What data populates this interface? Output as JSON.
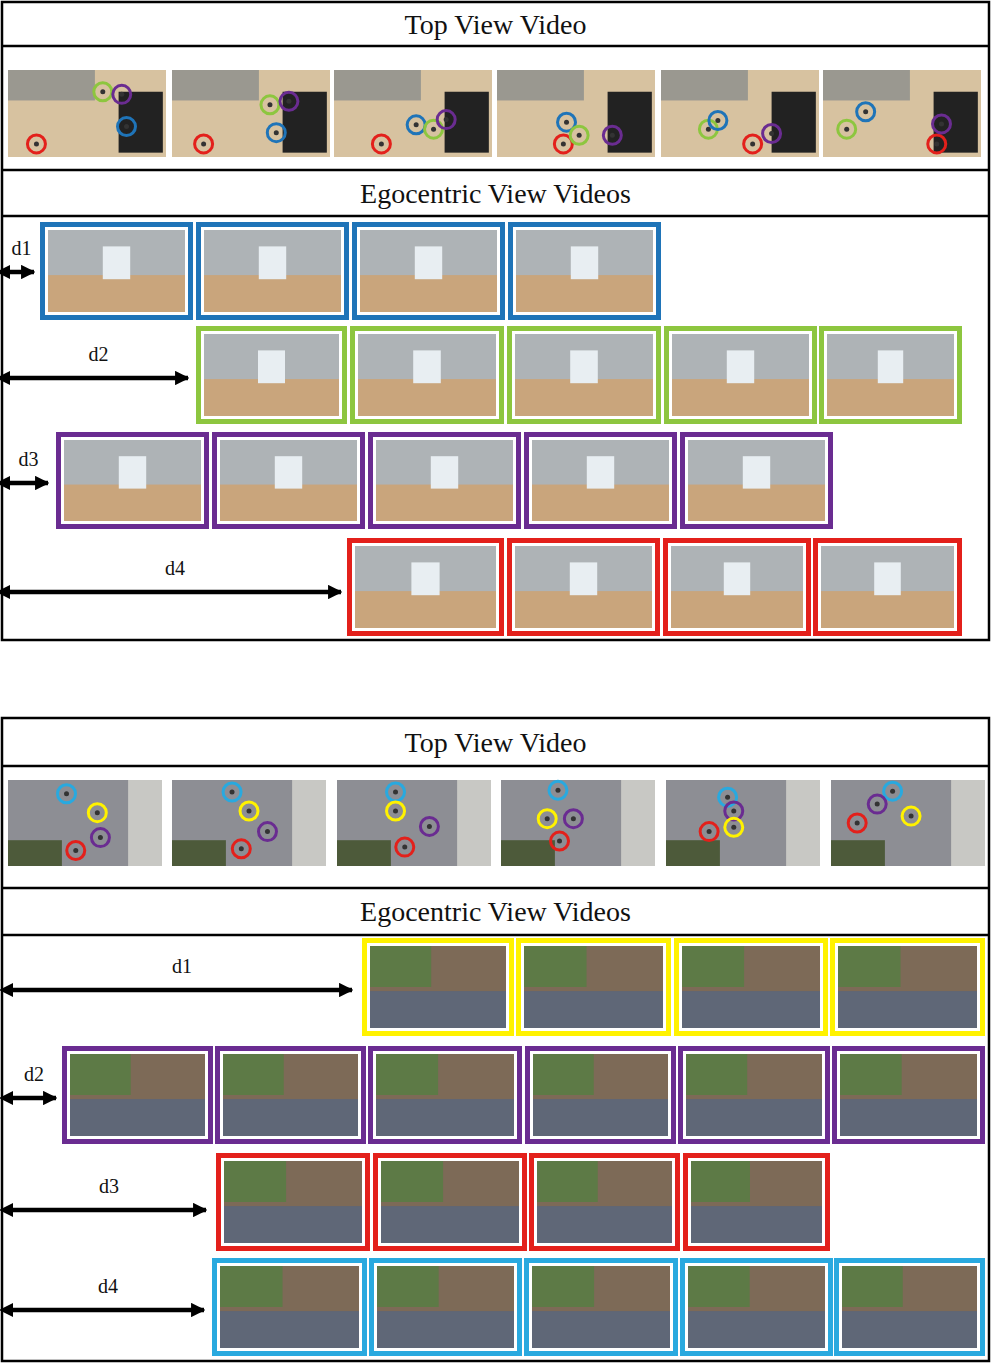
{
  "diagram": {
    "nodes": [
      {
        "text": [
          "Top View Video"
        ]
      },
      {
        "text": [
          "Egocentric View Videos"
        ]
      },
      {
        "text": [
          "Top View Video"
        ]
      },
      {
        "text": [
          "Egocentric View Videos"
        ]
      }
    ],
    "labels": [
      "d1",
      "d2",
      "d3",
      "d4",
      "d1",
      "d2",
      "d3",
      "d4"
    ]
  }
}
